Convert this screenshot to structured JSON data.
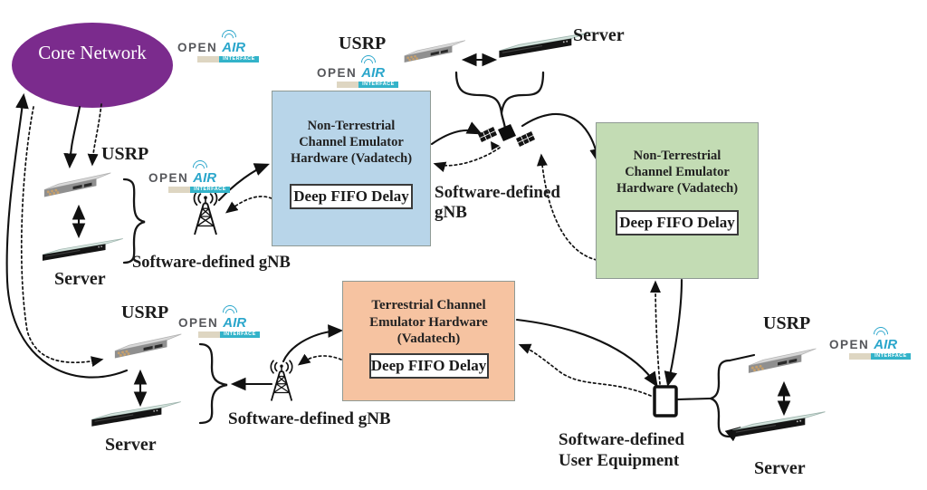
{
  "colors": {
    "core_network_fill": "#7b2b8d",
    "ntn_left_box": "#b8d5e9",
    "ntn_right_box": "#c3dcb4",
    "terrestrial_box": "#f6c3a1",
    "oai_teal": "#2aa6cb"
  },
  "core_network": {
    "label": "Core Network"
  },
  "oai_logo": {
    "open": "OPEN",
    "air": "AIR",
    "interface": "INTERFACE"
  },
  "emulators": {
    "ntn_left": {
      "title": "Non-Terrestrial Channel Emulator Hardware (Vadatech)",
      "delay": "Deep FIFO Delay"
    },
    "ntn_right": {
      "title": "Non-Terrestrial Channel Emulator Hardware (Vadatech)",
      "delay": "Deep FIFO Delay"
    },
    "terrestrial": {
      "title": "Terrestrial Channel Emulator Hardware (Vadatech)",
      "delay": "Deep FIFO Delay"
    }
  },
  "labels": {
    "usrp_top": "USRP",
    "server_top": "Server",
    "usrp_left": "USRP",
    "server_left": "Server",
    "usrp_bottom": "USRP",
    "server_bottom": "Server",
    "usrp_right": "USRP",
    "server_right": "Server",
    "gnb_top": "Software-defined gNB",
    "gnb_satellite": "Software-defined gNB",
    "gnb_bottom": "Software-defined gNB",
    "user_equipment": "Software-defined User Equipment"
  },
  "icons": {
    "satellite": "satellite-icon",
    "cell_tower": "cell-tower-icon",
    "smartphone": "smartphone-icon",
    "usrp_device": "usrp-device-image",
    "server_device": "server-device-image",
    "signal_arcs": "signal-arcs-icon"
  }
}
